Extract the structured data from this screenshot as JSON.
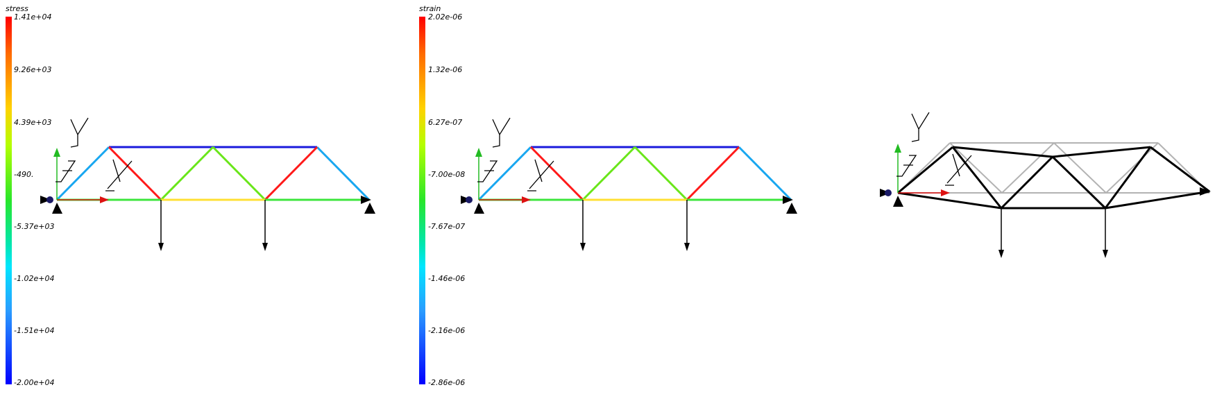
{
  "panels": [
    {
      "id": "stress",
      "colorbar": {
        "title": "stress",
        "labels": [
          "1.41e+04",
          "9.26e+03",
          "4.39e+03",
          "-490.",
          "-5.37e+03",
          "-1.02e+04",
          "-1.51e+04",
          "-2.00e+04"
        ]
      },
      "axis_labels": {
        "y": "Y",
        "x": "X"
      }
    },
    {
      "id": "strain",
      "colorbar": {
        "title": "strain",
        "labels": [
          "2.02e-06",
          "1.32e-06",
          "6.27e-07",
          "-7.00e-08",
          "-7.67e-07",
          "-1.46e-06",
          "-2.16e-06",
          "-2.86e-06"
        ]
      },
      "axis_labels": {
        "y": "Y",
        "x": "X"
      }
    },
    {
      "id": "deformed",
      "axis_labels": {
        "y": "Y",
        "x": "X"
      }
    }
  ],
  "colors": {
    "member_blue_top": "#1a1adc",
    "member_lightblue": "#19a7f0",
    "member_red": "#ff1a1a",
    "member_green": "#6ae61a",
    "member_bottom_green": "#3ce63c",
    "member_bottom_yellow": "#ffe033",
    "x_axis": "#dd1111",
    "y_axis": "#22bb22",
    "support": "#000000",
    "pin": "#1a1a66",
    "undeformed": "#b3b3b3",
    "deformed": "#000000"
  }
}
